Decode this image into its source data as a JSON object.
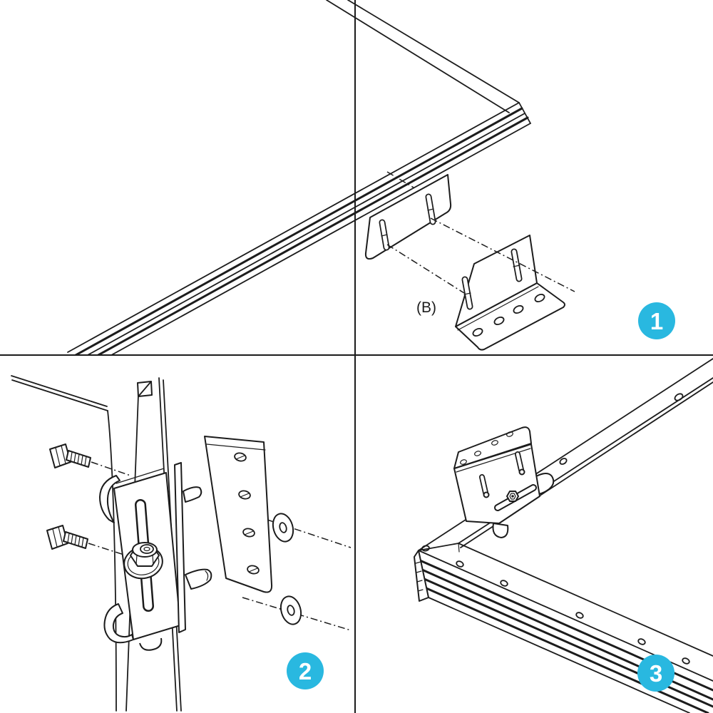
{
  "colors": {
    "background": "#ffffff",
    "line": "#1c1c1c",
    "accent": "#29b8e0",
    "badge_text": "#ffffff"
  },
  "steps": [
    {
      "number": "1"
    },
    {
      "number": "2"
    },
    {
      "number": "3"
    }
  ],
  "labels": {
    "bracket_part": "(B)"
  }
}
